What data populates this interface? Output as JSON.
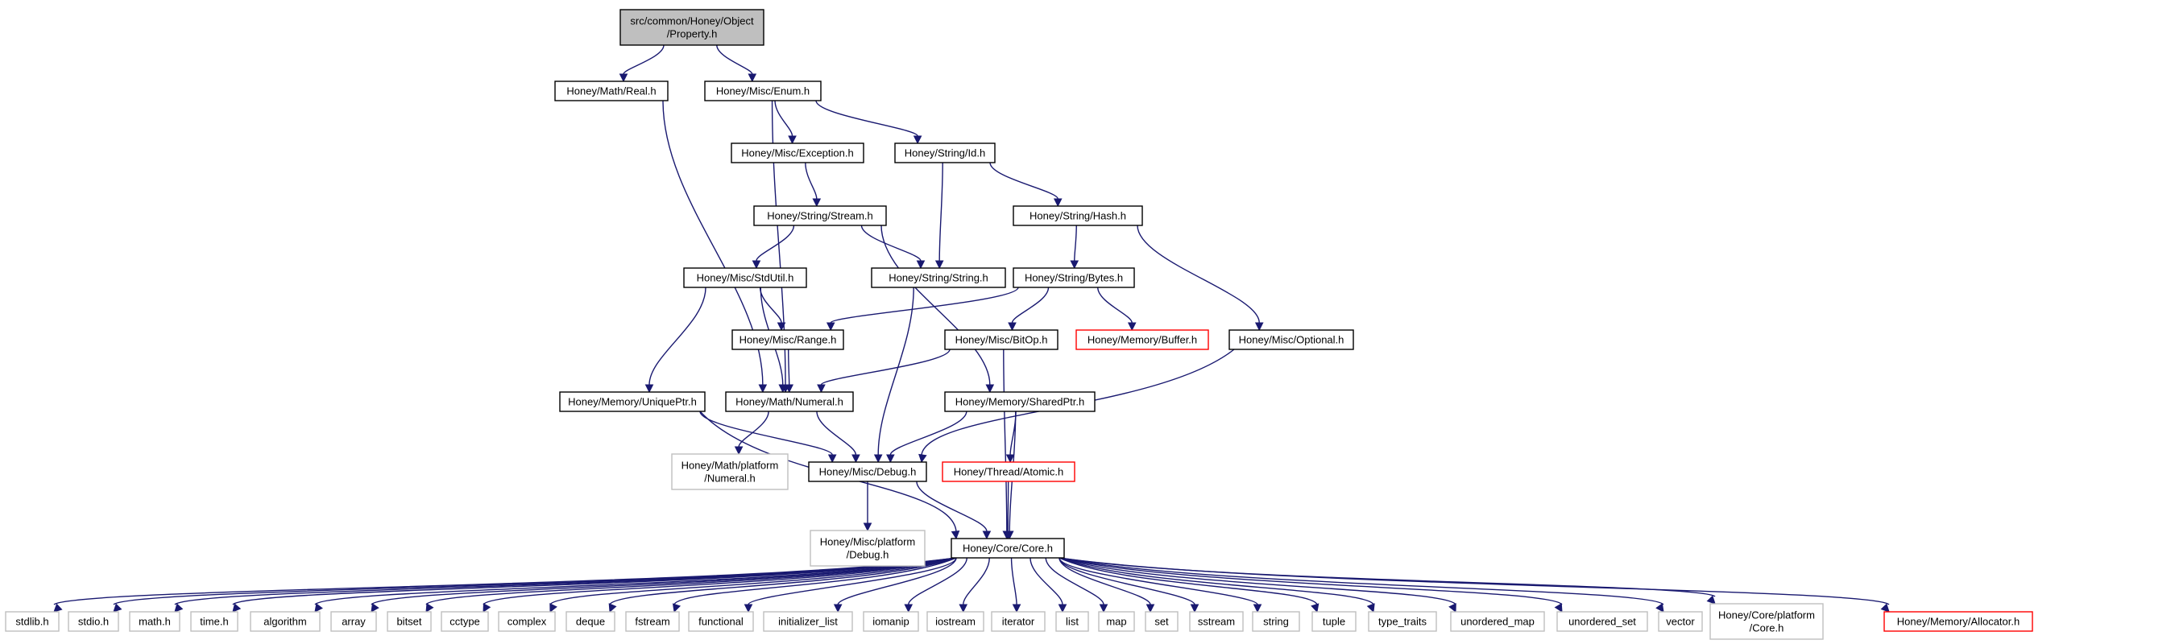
{
  "diagram": {
    "title": "",
    "colors": {
      "edge": "#191970",
      "root_fill": "#bfbfbf",
      "normal_border": "#000000",
      "external_border": "#bfbfbf",
      "truncated_border": "#ff0000"
    },
    "nodes": [
      {
        "id": "root",
        "lines": [
          "src/common/Honey/Object",
          "/Property.h"
        ],
        "style": "root"
      },
      {
        "id": "real",
        "lines": [
          "Honey/Math/Real.h"
        ],
        "style": "normal"
      },
      {
        "id": "enum",
        "lines": [
          "Honey/Misc/Enum.h"
        ],
        "style": "normal"
      },
      {
        "id": "exception",
        "lines": [
          "Honey/Misc/Exception.h"
        ],
        "style": "normal"
      },
      {
        "id": "id",
        "lines": [
          "Honey/String/Id.h"
        ],
        "style": "normal"
      },
      {
        "id": "stream",
        "lines": [
          "Honey/String/Stream.h"
        ],
        "style": "normal"
      },
      {
        "id": "hash",
        "lines": [
          "Honey/String/Hash.h"
        ],
        "style": "normal"
      },
      {
        "id": "stdutil",
        "lines": [
          "Honey/Misc/StdUtil.h"
        ],
        "style": "normal"
      },
      {
        "id": "string",
        "lines": [
          "Honey/String/String.h"
        ],
        "style": "normal"
      },
      {
        "id": "bytes",
        "lines": [
          "Honey/String/Bytes.h"
        ],
        "style": "normal"
      },
      {
        "id": "range",
        "lines": [
          "Honey/Misc/Range.h"
        ],
        "style": "normal"
      },
      {
        "id": "bitop",
        "lines": [
          "Honey/Misc/BitOp.h"
        ],
        "style": "normal"
      },
      {
        "id": "buffer",
        "lines": [
          "Honey/Memory/Buffer.h"
        ],
        "style": "truncated"
      },
      {
        "id": "optional",
        "lines": [
          "Honey/Misc/Optional.h"
        ],
        "style": "normal"
      },
      {
        "id": "uniqueptr",
        "lines": [
          "Honey/Memory/UniquePtr.h"
        ],
        "style": "normal"
      },
      {
        "id": "numeral",
        "lines": [
          "Honey/Math/Numeral.h"
        ],
        "style": "normal"
      },
      {
        "id": "sharedptr",
        "lines": [
          "Honey/Memory/SharedPtr.h"
        ],
        "style": "normal"
      },
      {
        "id": "mathplat",
        "lines": [
          "Honey/Math/platform",
          "/Numeral.h"
        ],
        "style": "external"
      },
      {
        "id": "debug",
        "lines": [
          "Honey/Misc/Debug.h"
        ],
        "style": "normal"
      },
      {
        "id": "atomic",
        "lines": [
          "Honey/Thread/Atomic.h"
        ],
        "style": "truncated"
      },
      {
        "id": "debugplat",
        "lines": [
          "Honey/Misc/platform",
          "/Debug.h"
        ],
        "style": "external"
      },
      {
        "id": "core",
        "lines": [
          "Honey/Core/Core.h"
        ],
        "style": "normal"
      },
      {
        "id": "stdlib",
        "lines": [
          "stdlib.h"
        ],
        "style": "external"
      },
      {
        "id": "stdio",
        "lines": [
          "stdio.h"
        ],
        "style": "external"
      },
      {
        "id": "math",
        "lines": [
          "math.h"
        ],
        "style": "external"
      },
      {
        "id": "time",
        "lines": [
          "time.h"
        ],
        "style": "external"
      },
      {
        "id": "algorithm",
        "lines": [
          "algorithm"
        ],
        "style": "external"
      },
      {
        "id": "array",
        "lines": [
          "array"
        ],
        "style": "external"
      },
      {
        "id": "bitset",
        "lines": [
          "bitset"
        ],
        "style": "external"
      },
      {
        "id": "cctype",
        "lines": [
          "cctype"
        ],
        "style": "external"
      },
      {
        "id": "complex",
        "lines": [
          "complex"
        ],
        "style": "external"
      },
      {
        "id": "deque",
        "lines": [
          "deque"
        ],
        "style": "external"
      },
      {
        "id": "fstream",
        "lines": [
          "fstream"
        ],
        "style": "external"
      },
      {
        "id": "functional",
        "lines": [
          "functional"
        ],
        "style": "external"
      },
      {
        "id": "initializer_list",
        "lines": [
          "initializer_list"
        ],
        "style": "external"
      },
      {
        "id": "iomanip",
        "lines": [
          "iomanip"
        ],
        "style": "external"
      },
      {
        "id": "iostream",
        "lines": [
          "iostream"
        ],
        "style": "external"
      },
      {
        "id": "iterator",
        "lines": [
          "iterator"
        ],
        "style": "external"
      },
      {
        "id": "list",
        "lines": [
          "list"
        ],
        "style": "external"
      },
      {
        "id": "map",
        "lines": [
          "map"
        ],
        "style": "external"
      },
      {
        "id": "set",
        "lines": [
          "set"
        ],
        "style": "external"
      },
      {
        "id": "sstream",
        "lines": [
          "sstream"
        ],
        "style": "external"
      },
      {
        "id": "stdstring",
        "lines": [
          "string"
        ],
        "style": "external"
      },
      {
        "id": "tuple",
        "lines": [
          "tuple"
        ],
        "style": "external"
      },
      {
        "id": "type_traits",
        "lines": [
          "type_traits"
        ],
        "style": "external"
      },
      {
        "id": "unordered_map",
        "lines": [
          "unordered_map"
        ],
        "style": "external"
      },
      {
        "id": "unordered_set",
        "lines": [
          "unordered_set"
        ],
        "style": "external"
      },
      {
        "id": "vector",
        "lines": [
          "vector"
        ],
        "style": "external"
      },
      {
        "id": "coreplat",
        "lines": [
          "Honey/Core/platform",
          "/Core.h"
        ],
        "style": "external"
      },
      {
        "id": "allocator",
        "lines": [
          "Honey/Memory/Allocator.h"
        ],
        "style": "truncated"
      }
    ],
    "edges": [
      [
        "root",
        "real"
      ],
      [
        "root",
        "enum"
      ],
      [
        "real",
        "numeral"
      ],
      [
        "enum",
        "exception"
      ],
      [
        "enum",
        "id"
      ],
      [
        "enum",
        "numeral"
      ],
      [
        "exception",
        "stream"
      ],
      [
        "id",
        "hash"
      ],
      [
        "id",
        "string"
      ],
      [
        "stream",
        "stdutil"
      ],
      [
        "stream",
        "string"
      ],
      [
        "stream",
        "sharedptr"
      ],
      [
        "hash",
        "bytes"
      ],
      [
        "hash",
        "optional"
      ],
      [
        "stdutil",
        "range"
      ],
      [
        "stdutil",
        "numeral"
      ],
      [
        "stdutil",
        "uniqueptr"
      ],
      [
        "string",
        "debug"
      ],
      [
        "bytes",
        "range"
      ],
      [
        "bytes",
        "bitop"
      ],
      [
        "bytes",
        "buffer"
      ],
      [
        "range",
        "numeral"
      ],
      [
        "bitop",
        "numeral"
      ],
      [
        "bitop",
        "core"
      ],
      [
        "optional",
        "debug"
      ],
      [
        "uniqueptr",
        "debug"
      ],
      [
        "uniqueptr",
        "core"
      ],
      [
        "numeral",
        "mathplat"
      ],
      [
        "numeral",
        "debug"
      ],
      [
        "sharedptr",
        "debug"
      ],
      [
        "sharedptr",
        "atomic"
      ],
      [
        "sharedptr",
        "core"
      ],
      [
        "debug",
        "debugplat"
      ],
      [
        "debug",
        "core"
      ],
      [
        "atomic",
        "core"
      ],
      [
        "core",
        "stdlib"
      ],
      [
        "core",
        "stdio"
      ],
      [
        "core",
        "math"
      ],
      [
        "core",
        "time"
      ],
      [
        "core",
        "algorithm"
      ],
      [
        "core",
        "array"
      ],
      [
        "core",
        "bitset"
      ],
      [
        "core",
        "cctype"
      ],
      [
        "core",
        "complex"
      ],
      [
        "core",
        "deque"
      ],
      [
        "core",
        "fstream"
      ],
      [
        "core",
        "functional"
      ],
      [
        "core",
        "initializer_list"
      ],
      [
        "core",
        "iomanip"
      ],
      [
        "core",
        "iostream"
      ],
      [
        "core",
        "iterator"
      ],
      [
        "core",
        "list"
      ],
      [
        "core",
        "map"
      ],
      [
        "core",
        "set"
      ],
      [
        "core",
        "sstream"
      ],
      [
        "core",
        "stdstring"
      ],
      [
        "core",
        "tuple"
      ],
      [
        "core",
        "type_traits"
      ],
      [
        "core",
        "unordered_map"
      ],
      [
        "core",
        "unordered_set"
      ],
      [
        "core",
        "vector"
      ],
      [
        "core",
        "coreplat"
      ],
      [
        "core",
        "allocator"
      ]
    ]
  }
}
